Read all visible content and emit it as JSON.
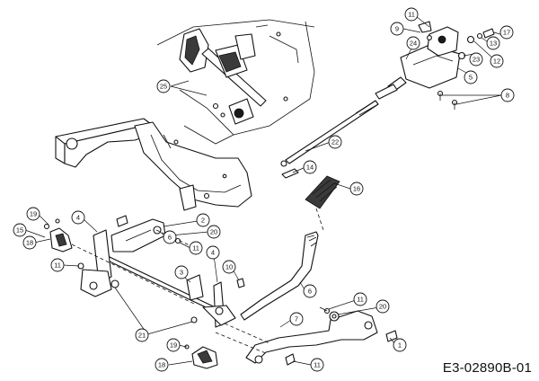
{
  "drawing_code": "E3-02890B-01",
  "callouts": [
    {
      "id": "c11a",
      "label": "11"
    },
    {
      "id": "c9",
      "label": "9"
    },
    {
      "id": "c24",
      "label": "24"
    },
    {
      "id": "c13",
      "label": "13"
    },
    {
      "id": "c17",
      "label": "17"
    },
    {
      "id": "c23",
      "label": "23"
    },
    {
      "id": "c12",
      "label": "12"
    },
    {
      "id": "c5",
      "label": "5"
    },
    {
      "id": "c8",
      "label": "8"
    },
    {
      "id": "c25",
      "label": "25"
    },
    {
      "id": "c22",
      "label": "22"
    },
    {
      "id": "c14",
      "label": "14"
    },
    {
      "id": "c16",
      "label": "16"
    },
    {
      "id": "c19a",
      "label": "19"
    },
    {
      "id": "c4a",
      "label": "4"
    },
    {
      "id": "c2",
      "label": "2"
    },
    {
      "id": "c15",
      "label": "15"
    },
    {
      "id": "c6a",
      "label": "6"
    },
    {
      "id": "c20a",
      "label": "20"
    },
    {
      "id": "c18a",
      "label": "18"
    },
    {
      "id": "c11b",
      "label": "11"
    },
    {
      "id": "c11c",
      "label": "11"
    },
    {
      "id": "c4b",
      "label": "4"
    },
    {
      "id": "c10",
      "label": "10"
    },
    {
      "id": "c3",
      "label": "3"
    },
    {
      "id": "c6b",
      "label": "6"
    },
    {
      "id": "c11d",
      "label": "11"
    },
    {
      "id": "c20b",
      "label": "20"
    },
    {
      "id": "c7",
      "label": "7"
    },
    {
      "id": "c21",
      "label": "21"
    },
    {
      "id": "c19b",
      "label": "19"
    },
    {
      "id": "c1",
      "label": "1"
    },
    {
      "id": "c18b",
      "label": "18"
    },
    {
      "id": "c11e",
      "label": "11"
    }
  ]
}
